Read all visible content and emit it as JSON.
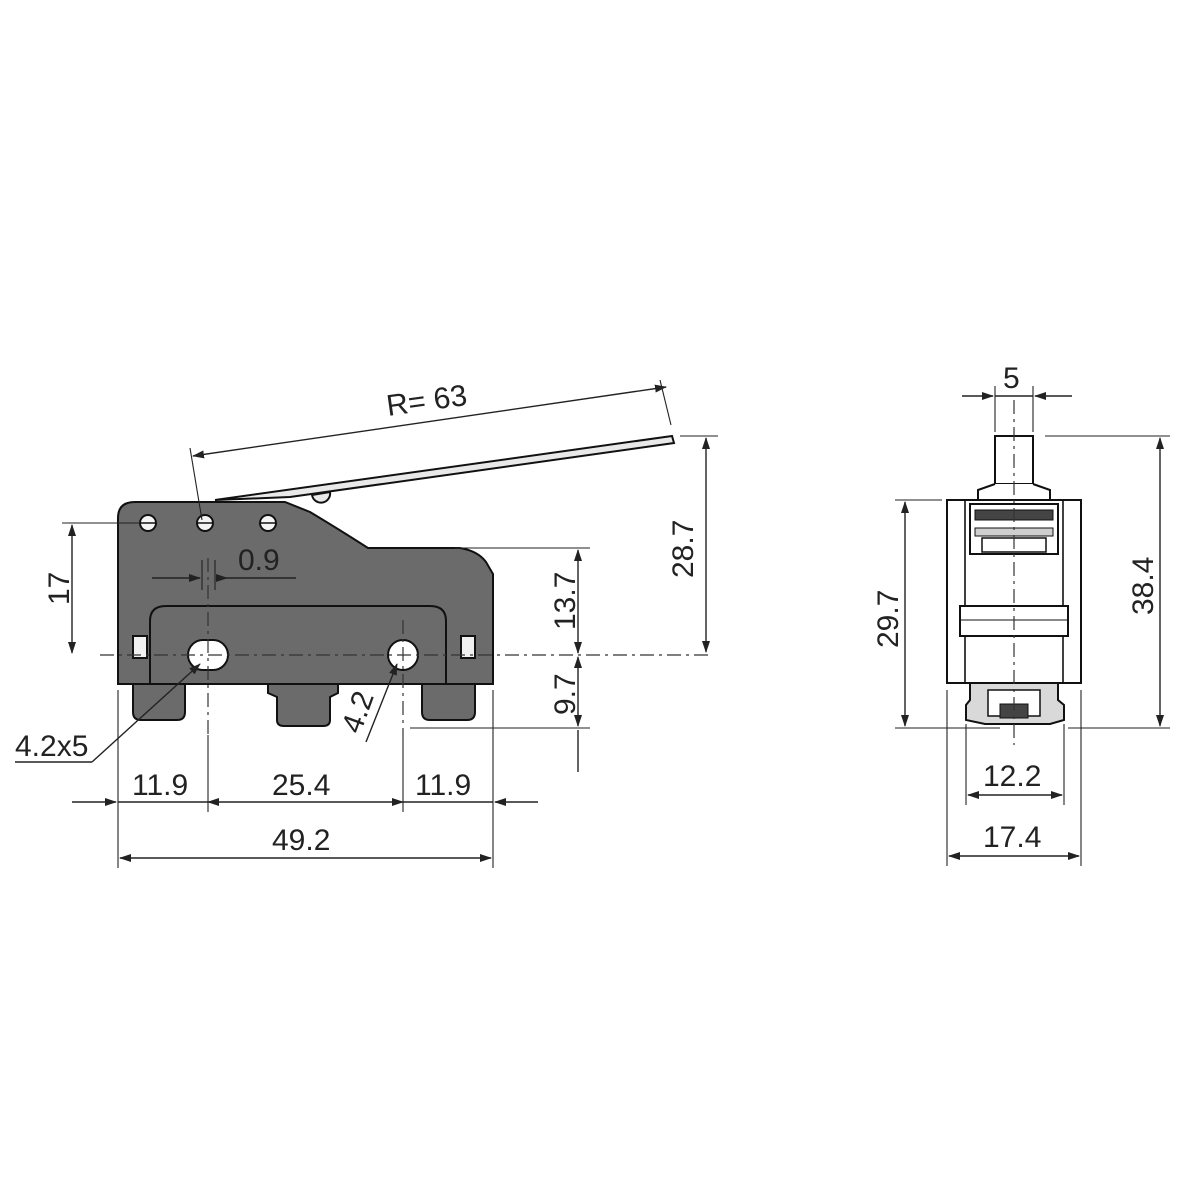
{
  "dimensions": {
    "radius": "R= 63",
    "lever_height": "28.7",
    "height_17": "17",
    "offset_0_9": "0.9",
    "height_13_7": "13.7",
    "height_9_7": "9.7",
    "slot": "4.2x5",
    "hole": "4.2",
    "left_11_9": "11.9",
    "spacing_25_4": "25.4",
    "right_11_9": "11.9",
    "overall_width": "49.2",
    "plunger_width": "5",
    "side_height_29_7": "29.7",
    "side_height_38_4": "38.4",
    "terminal_width": "12.2",
    "side_width": "17.4"
  },
  "colors": {
    "body": "#6b6b6b",
    "lines": "#222222",
    "background": "#ffffff"
  }
}
